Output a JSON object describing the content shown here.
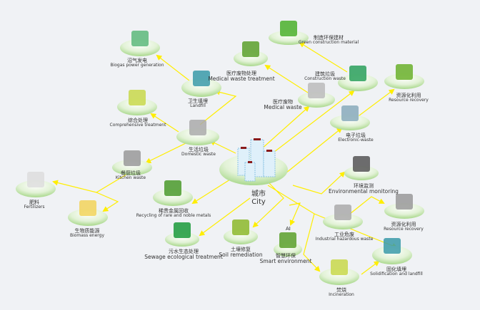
{
  "title": "City waste management diagram",
  "colors": {
    "arrow": "#ffee00",
    "node": "#bfe3a6",
    "background": "#f0f2f5"
  },
  "nodes": [
    {
      "id": "city",
      "zh": "城市",
      "en": "City",
      "icon": "buildings-icon"
    },
    {
      "id": "domestic",
      "zh": "生活垃圾",
      "en": "Domestic waste",
      "icon": "trash-can-icon"
    },
    {
      "id": "landfill",
      "zh": "卫生填埋",
      "en": "Landfill",
      "icon": "excavator-icon"
    },
    {
      "id": "biogas",
      "zh": "沼气发电",
      "en": "Biogas power generation",
      "icon": "power-tower-icon"
    },
    {
      "id": "comprehensive",
      "zh": "综合处理",
      "en": "Comprehensive treatment",
      "icon": "treatment-plant-icon"
    },
    {
      "id": "kitchen",
      "zh": "餐厨垃圾",
      "en": "Kitchen waste",
      "icon": "chef-icon"
    },
    {
      "id": "fertilizers",
      "zh": "肥料",
      "en": "Fertilizers",
      "icon": "fertilizer-bag-icon"
    },
    {
      "id": "biomass",
      "zh": "生物质能源",
      "en": "Biomass energy",
      "icon": "barrel-icon"
    },
    {
      "id": "metals",
      "zh": "稀贵金属回收",
      "en": "Recycling of rare and noble metals",
      "icon": "factory-icon"
    },
    {
      "id": "sewage",
      "zh": "污水生态处理",
      "en": "Sewage ecological treatment",
      "icon": "sewage-icon"
    },
    {
      "id": "soil",
      "zh": "土壤修复",
      "en": "Soil remediation",
      "icon": "soil-cart-icon"
    },
    {
      "id": "smart",
      "zh": "智慧环保",
      "en": "Smart environment",
      "icon": "ai-globe-icon",
      "badge": "AI"
    },
    {
      "id": "incineration",
      "zh": "焚烧",
      "en": "Incineration",
      "icon": "chimney-icon"
    },
    {
      "id": "industrial",
      "zh": "工业危废",
      "en": "Industrial hazardous waste",
      "icon": "hazard-tank-icon"
    },
    {
      "id": "resource2",
      "zh": "资源化利用",
      "en": "Resource recovery",
      "icon": "recycle-bin-icon"
    },
    {
      "id": "solidification",
      "zh": "固化填埋",
      "en": "Solidification and landfill",
      "icon": "excavator-icon"
    },
    {
      "id": "monitoring",
      "zh": "环境监测",
      "en": "Environmental monitoring",
      "icon": "monitor-icon"
    },
    {
      "id": "electronic",
      "zh": "电子垃圾",
      "en": "Electronic-waste",
      "icon": "computer-icon"
    },
    {
      "id": "resource1",
      "zh": "资源化利用",
      "en": "Resource recovery",
      "icon": "recycle-icon"
    },
    {
      "id": "construction",
      "zh": "建筑垃圾",
      "en": "Construction waste",
      "icon": "rubble-icon"
    },
    {
      "id": "green",
      "zh": "制造环保建材",
      "en": "Green construction material",
      "icon": "bricks-icon"
    },
    {
      "id": "medical",
      "zh": "医疗废物",
      "en": "Medical waste",
      "icon": "medical-bin-icon"
    },
    {
      "id": "medtreat",
      "zh": "医疗废物处理",
      "en": "Medical waste treatment",
      "icon": "medical-plant-icon"
    }
  ]
}
